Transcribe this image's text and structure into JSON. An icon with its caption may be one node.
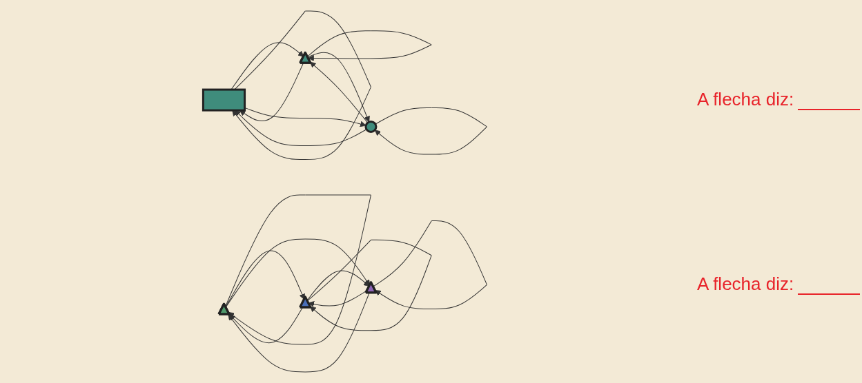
{
  "diagram": {
    "nodes": [
      {
        "text": [],
        "shape": "box"
      },
      {
        "text": [],
        "shape": "triangle"
      },
      {
        "text": [],
        "shape": "circle"
      },
      {
        "text": [],
        "shape": "triangle"
      },
      {
        "text": [],
        "shape": "triangle"
      },
      {
        "text": [],
        "shape": "triangle"
      }
    ],
    "edges": [
      {
        "from": 0,
        "to": 1,
        "arrow": "to"
      },
      {
        "from": 1,
        "to": 0,
        "arrow": "to"
      },
      {
        "from": 0,
        "to": 0,
        "arrow": "to"
      },
      {
        "from": 1,
        "to": 1,
        "arrow": "to"
      },
      {
        "from": 0,
        "to": 2,
        "arrow": "to"
      },
      {
        "from": 2,
        "to": 0,
        "arrow": "to"
      },
      {
        "from": 1,
        "to": 2,
        "arrow": "to"
      },
      {
        "from": 2,
        "to": 1,
        "arrow": "to"
      },
      {
        "from": 2,
        "to": 2,
        "arrow": "to"
      },
      {
        "from": 3,
        "to": 3,
        "arrow": "to"
      },
      {
        "from": 3,
        "to": 4,
        "arrow": "to"
      },
      {
        "from": 4,
        "to": 3,
        "arrow": "to"
      },
      {
        "from": 5,
        "to": 3,
        "arrow": "to"
      },
      {
        "from": 3,
        "to": 5,
        "arrow": "to"
      },
      {
        "from": 5,
        "to": 4,
        "arrow": "to"
      },
      {
        "from": 4,
        "to": 5,
        "arrow": "to"
      },
      {
        "from": 4,
        "to": 4,
        "arrow": "to"
      },
      {
        "from": 5,
        "to": 5,
        "arrow": "to"
      }
    ],
    "labels": [
      "A flecha diz:",
      "A flecha diz:"
    ]
  }
}
